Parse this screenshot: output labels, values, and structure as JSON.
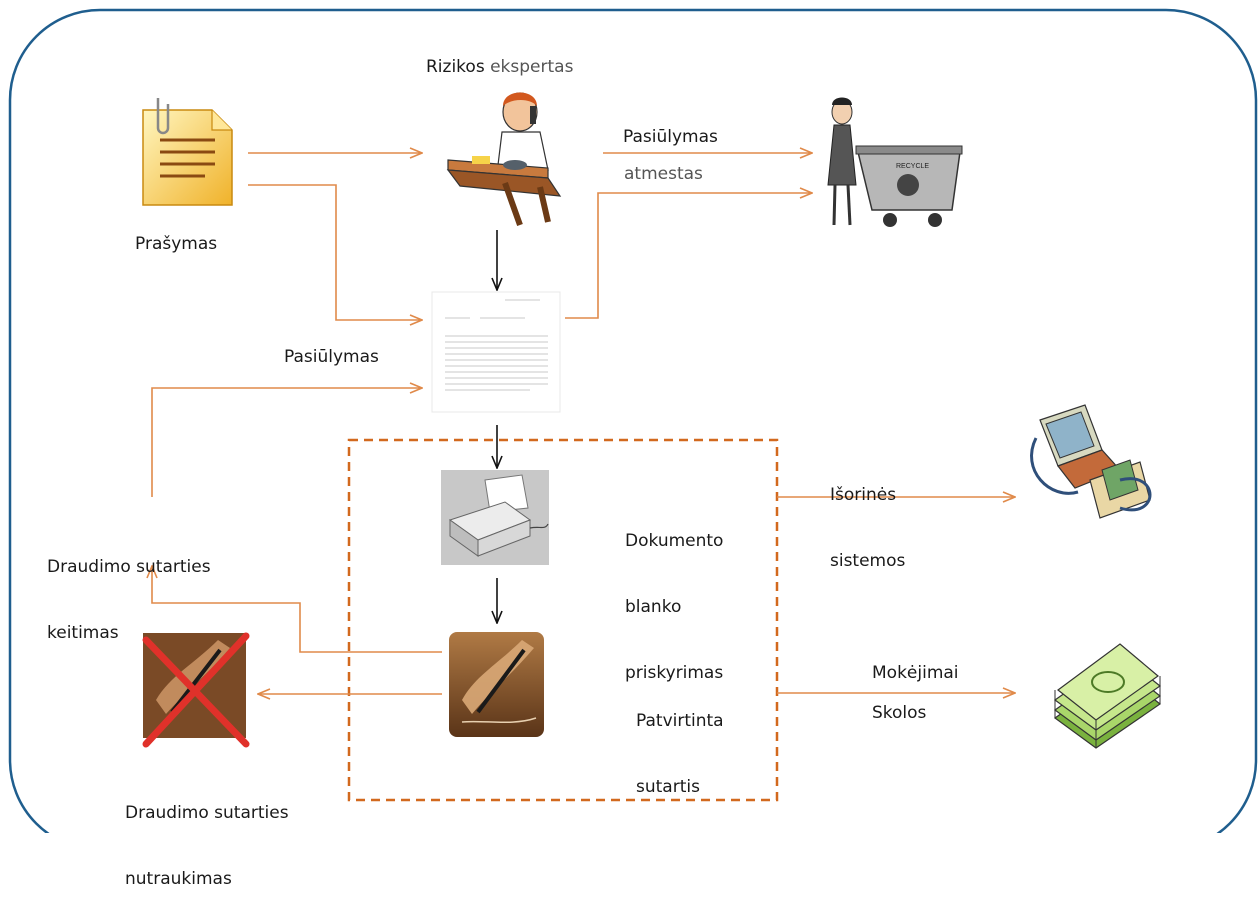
{
  "labels": {
    "risk_expert": "Rizikos ekspertas",
    "risk_expert_word1": "Rizikos",
    "risk_expert_word2": "ekspertas",
    "request": "Prašymas",
    "proposal_top": "Pasiūlymas",
    "rejected": "atmestas",
    "proposal_left": "Pasiūlymas",
    "amendment_line1": "Draudimo sutarties",
    "amendment_line2": "keitimas",
    "termination_line1": "Draudimo sutarties",
    "termination_line2": "nutraukimas",
    "form_assign_line1": "Dokumento",
    "form_assign_line2": "blanko",
    "form_assign_line3": "priskyrimas",
    "approved_line1": "Patvirtinta",
    "approved_line2": "sutartis",
    "external_line1": "Išorinės",
    "external_line2": "sistemos",
    "payments": "Mokėjimai",
    "debts": "Skolos",
    "recycle_text": "RECYCLE"
  },
  "colors": {
    "frame": "#1f5e8e",
    "flow_arrow": "#e08a4a",
    "dashed_box": "#d2691e",
    "black_arrow": "#111111"
  },
  "icons": {
    "request": "document-icon",
    "risk_expert": "person-at-desk-icon",
    "rejected": "recycle-bin-icon",
    "proposal": "paper-document-icon",
    "printer": "printer-icon",
    "signing": "signing-hand-icon",
    "termination": "crossed-signing-icon",
    "external": "computer-network-icon",
    "payments": "money-stack-icon"
  }
}
